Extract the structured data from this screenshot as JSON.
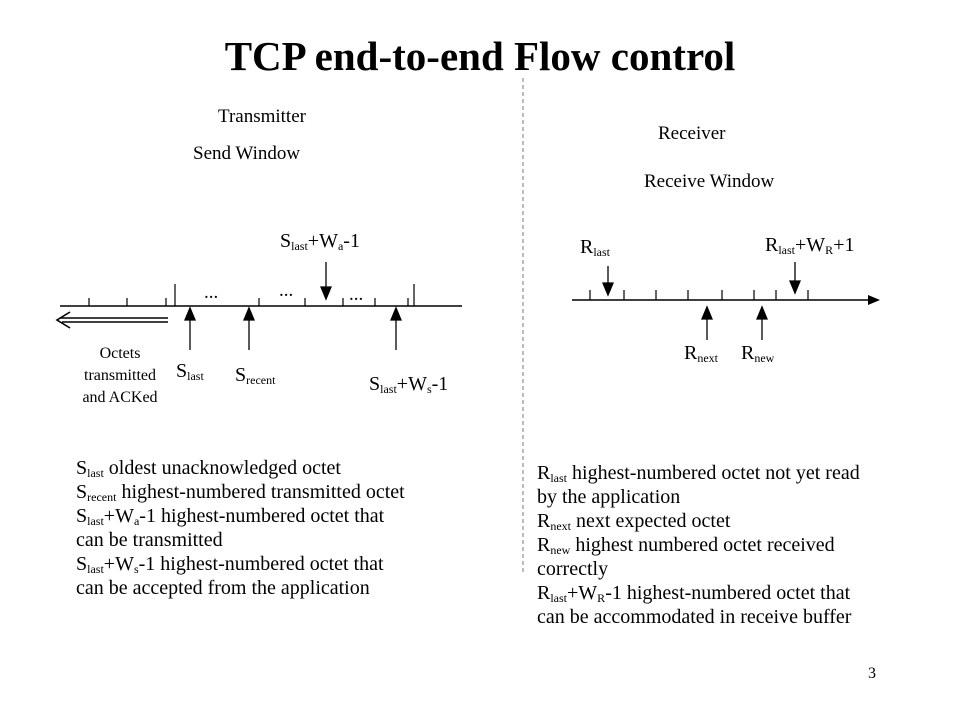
{
  "title": "TCP end-to-end Flow control",
  "transmitter": {
    "heading": "Transmitter",
    "window_label": "Send Window",
    "octets_label": [
      "Octets",
      "transmitted",
      "and ACKed"
    ],
    "dots": "...",
    "markers": {
      "s_last": {
        "base": "S",
        "sub": "last"
      },
      "s_recent": {
        "base": "S",
        "sub": "recent"
      },
      "s_wa": {
        "base": "S",
        "sub": "last",
        "mid": "+W",
        "sub2": "a",
        "tail": "-1"
      },
      "s_ws": {
        "base": "S",
        "sub": "last",
        "mid": "+W",
        "sub2": "s",
        "tail": "-1"
      }
    },
    "definitions": [
      {
        "sym": {
          "base": "S",
          "sub": "last"
        },
        "text": " oldest unacknowledged octet"
      },
      {
        "sym": {
          "base": "S",
          "sub": "recent"
        },
        "text": " highest-numbered transmitted octet"
      },
      {
        "sym": {
          "base": "S",
          "sub": "last",
          "mid": "+W",
          "sub2": "a",
          "tail": "-1"
        },
        "text": " highest-numbered octet that"
      },
      {
        "plain": "can be transmitted"
      },
      {
        "sym": {
          "base": "S",
          "sub": "last",
          "mid": "+W",
          "sub2": "s",
          "tail": "-1"
        },
        "text": " highest-numbered octet that"
      },
      {
        "plain": "can be accepted from the application"
      }
    ]
  },
  "receiver": {
    "heading": "Receiver",
    "window_label": "Receive Window",
    "markers": {
      "r_last": {
        "base": "R",
        "sub": "last"
      },
      "r_wr": {
        "base": "R",
        "sub": "last",
        "mid": "+W",
        "sub2": "R",
        "tail": "+1"
      },
      "r_next": {
        "base": "R",
        "sub": "next"
      },
      "r_new": {
        "base": "R",
        "sub": "new"
      }
    },
    "definitions": [
      {
        "sym": {
          "base": "R",
          "sub": "last"
        },
        "text": " highest-numbered octet not yet read"
      },
      {
        "plain": "by the application"
      },
      {
        "sym": {
          "base": "R",
          "sub": "next"
        },
        "text": " next expected octet"
      },
      {
        "sym": {
          "base": "R",
          "sub": "new"
        },
        "text": " highest numbered octet received"
      },
      {
        "plain": "correctly"
      },
      {
        "sym": {
          "base": "R",
          "sub": "last",
          "mid": "+W",
          "sub2": "R",
          "tail": "-1"
        },
        "text": " highest-numbered octet that"
      },
      {
        "plain": "can be accommodated in receive buffer"
      }
    ]
  },
  "page_number": "3"
}
